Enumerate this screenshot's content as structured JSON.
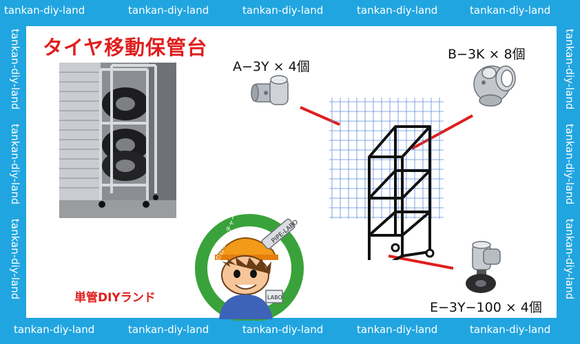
{
  "watermark": {
    "text": "tankan-diy-land"
  },
  "title": "タイヤ移動保管台",
  "brand": "単管DIYランド",
  "parts": {
    "a": {
      "label": "A−3Y × 4個"
    },
    "b": {
      "label": "B−3K × 8個"
    },
    "e": {
      "label": "E−3Y−100 × 4個"
    }
  },
  "mascot": {
    "ring_text": "Lく分の日曜ローチャー",
    "tag_text": "PIPE-LABO",
    "badge_text": "LABO"
  },
  "colors": {
    "frame": "#21a5e0",
    "accent": "#e01e1e",
    "mascot_ring": "#3aa23a"
  },
  "icons": [
    "tire-rack-photo",
    "mascot-illustration",
    "pipe-joint-a",
    "pipe-joint-b",
    "caster-joint-e",
    "rack-diagram"
  ]
}
